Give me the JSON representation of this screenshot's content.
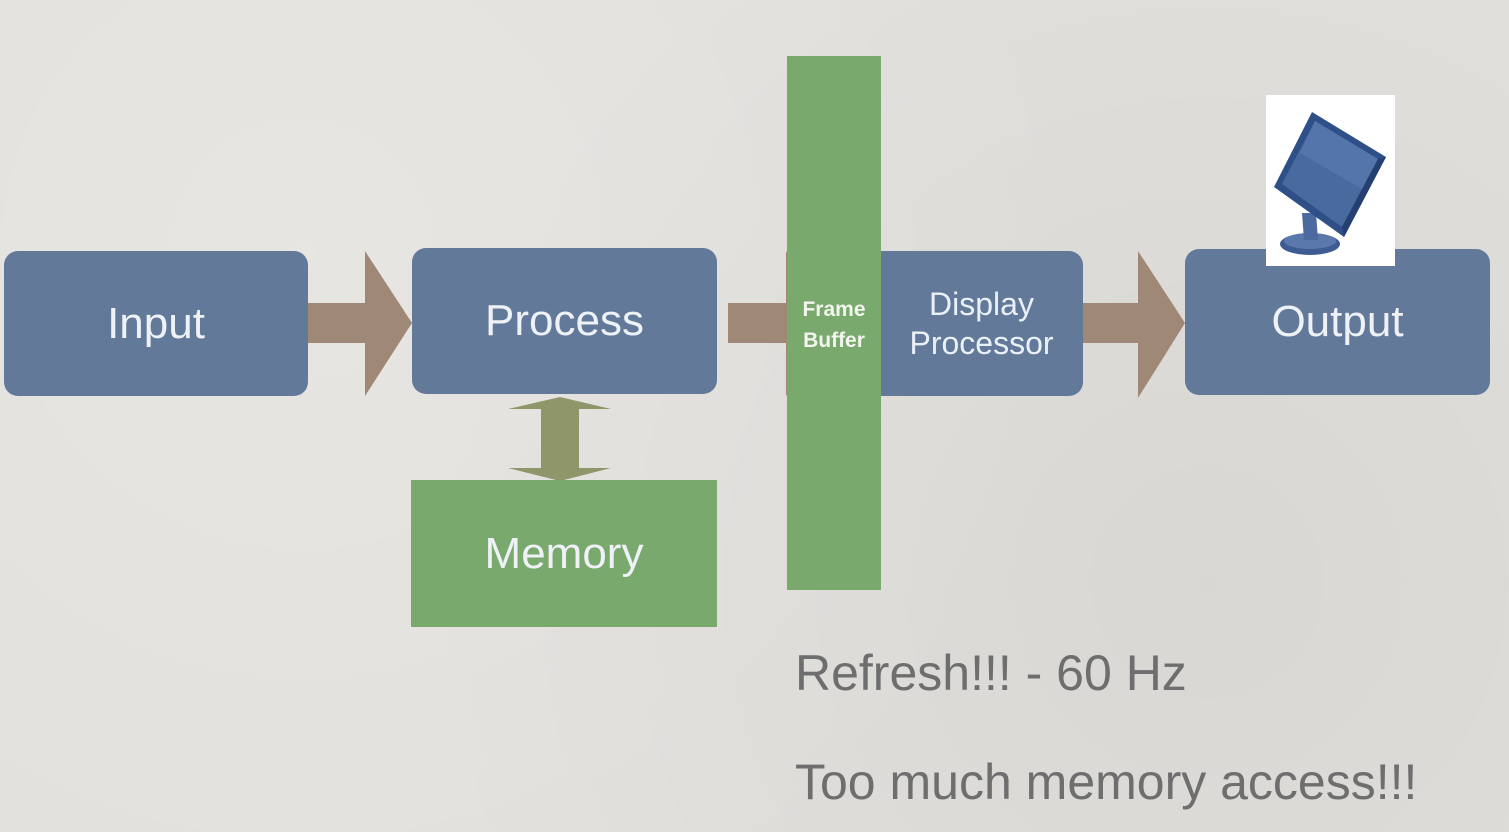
{
  "diagram": {
    "nodes": {
      "input": "Input",
      "process": "Process",
      "memory": "Memory",
      "frame_buffer": [
        "Frame",
        "Buffer"
      ],
      "display_processor": [
        "Display",
        "Processor"
      ],
      "output": "Output"
    },
    "notes": {
      "refresh": "Refresh!!! - 60 Hz",
      "memory_access": "Too much memory access!!!"
    },
    "colors": {
      "background": "#e2e0dc",
      "process_box": "#62799a",
      "storage_box": "#79a96d",
      "flow_arrow": "#a08876",
      "memory_arrow": "#8f9669",
      "note_text": "#6e6e6e"
    },
    "icons": {
      "output_device": "monitor-icon"
    }
  }
}
